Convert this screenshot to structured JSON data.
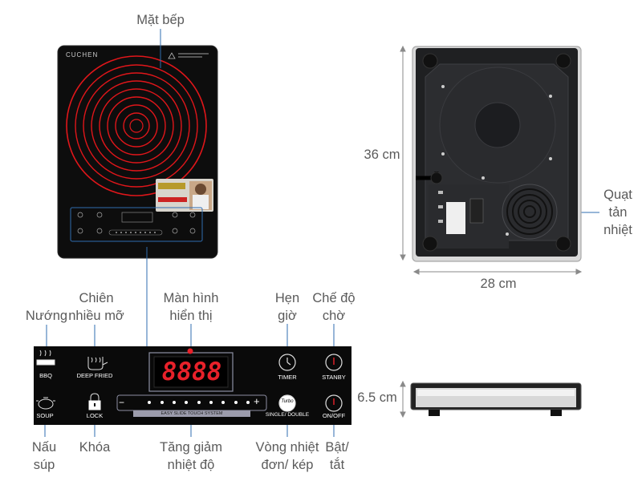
{
  "labels": {
    "mat_bep": "Mặt bếp",
    "chien_line1": "Chiên",
    "chien_line2": "nhiều mỡ",
    "nuong": "Nướng",
    "man_hinh_line1": "Màn hình",
    "man_hinh_line2": "hiển thị",
    "hen_gio_line1": "Hẹn",
    "hen_gio_line2": "giờ",
    "che_do_line1": "Chế độ",
    "che_do_line2": "chờ",
    "nau_sup_line1": "Nấu",
    "nau_sup_line2": "súp",
    "khoa": "Khóa",
    "tang_giam_line1": "Tăng giảm",
    "tang_giam_line2": "nhiệt độ",
    "vong_nhiet_line1": "Vòng nhiệt",
    "vong_nhiet_line2": "đơn/ kép",
    "bat_tat_line1": "Bật/",
    "bat_tat_line2": "tắt",
    "quat_line1": "Quạt",
    "quat_line2": "tản",
    "quat_line3": "nhiệt"
  },
  "dimensions": {
    "height": "36 cm",
    "width": "28 cm",
    "thickness": "6.5 cm"
  },
  "panel": {
    "bbq": "BBQ",
    "deep_fried": "DEEP FRIED",
    "timer": "TIMER",
    "stanby": "STANBY",
    "soup": "SOUP",
    "lock": "LOCK",
    "single_double": "SINGLE/ DOUBLE",
    "on_off": "ON/OFF",
    "display": "8888",
    "slide_text": "EASY SLIDE TOUCH SYSTEM",
    "minus": "−",
    "plus": "+",
    "turbo": "Turbo"
  },
  "brand": {
    "logo": "CUCHEN"
  },
  "colors": {
    "coil": "#e0161a",
    "glass": "#111111",
    "display": "#e8212a",
    "callout_line": "#2f6db0"
  }
}
